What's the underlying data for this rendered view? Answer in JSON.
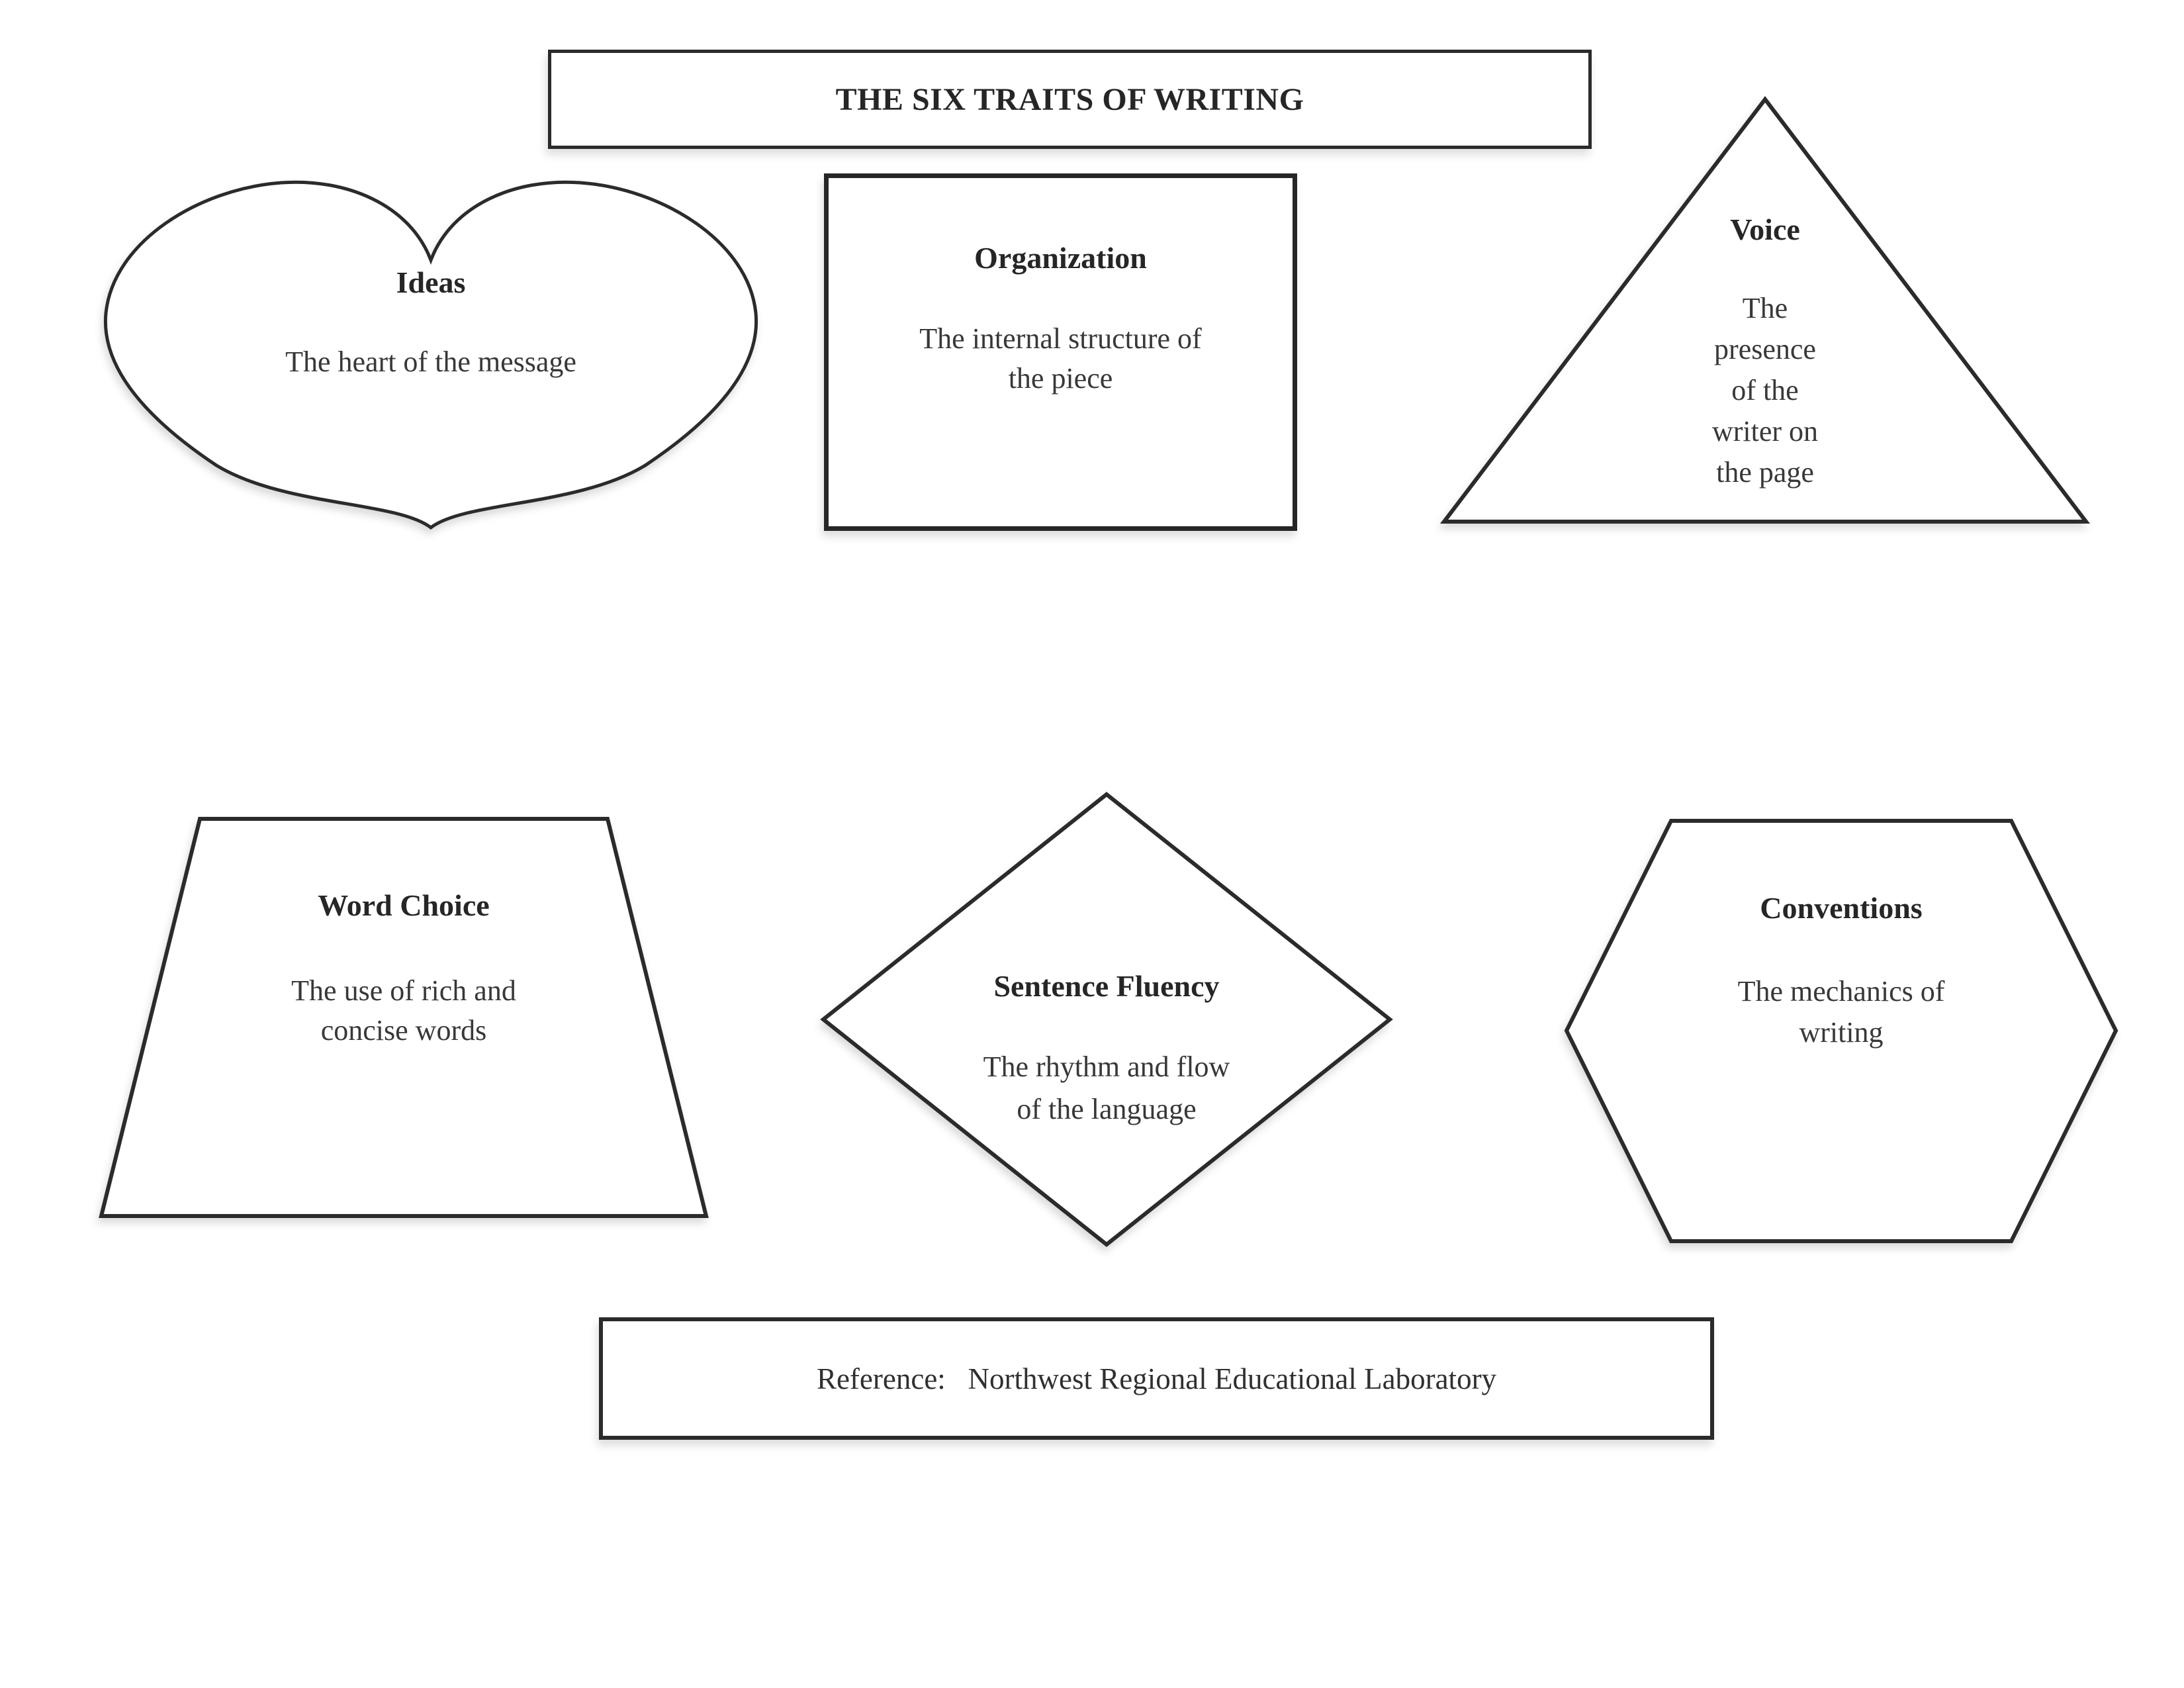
{
  "page_title_banner": {
    "text": "THE SIX TRAITS OF WRITING"
  },
  "traits": {
    "ideas": {
      "shape": "heart",
      "title": "Ideas",
      "description": "The heart of the message"
    },
    "organization": {
      "shape": "rectangle",
      "title": "Organization",
      "description": "The internal structure of\nthe piece"
    },
    "voice": {
      "shape": "triangle",
      "title": "Voice",
      "description": "The\npresence\nof the\nwriter on\nthe page"
    },
    "word_choice": {
      "shape": "trapezoid",
      "title": "Word Choice",
      "description": "The use of rich and\nconcise words"
    },
    "sentence_fluency": {
      "shape": "diamond",
      "title": "Sentence Fluency",
      "description": "The rhythm and flow\nof the language"
    },
    "conventions": {
      "shape": "hexagon",
      "title": "Conventions",
      "description": "The mechanics of\nwriting"
    }
  },
  "reference_banner": {
    "text": "Reference:   Northwest Regional Educational Laboratory"
  },
  "colors": {
    "outline": "#2b2b2b",
    "heading_text": "#262626",
    "body_text": "#383838",
    "background": "#ffffff"
  }
}
